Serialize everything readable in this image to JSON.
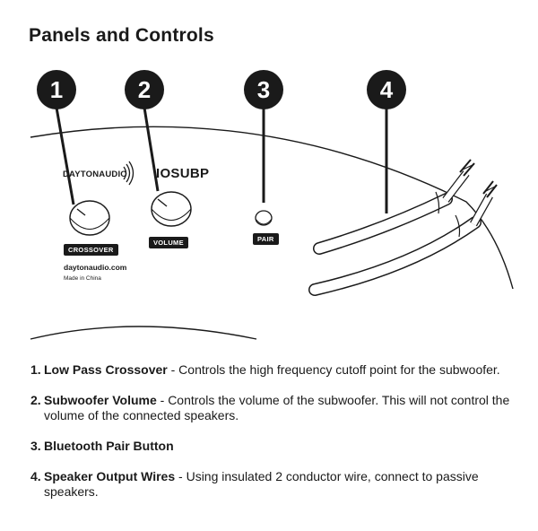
{
  "title": "Panels and Controls",
  "callouts": [
    "1",
    "2",
    "3",
    "4"
  ],
  "panel": {
    "brand": "DAYTONAUDIO",
    "model": "IOSUBP",
    "crossover_label": "CROSSOVER",
    "volume_label": "VOLUME",
    "pair_label": "PAIR",
    "website": "daytonaudio.com",
    "origin": "Made in China"
  },
  "items": [
    {
      "num": "1.",
      "name": "Low Pass Crossover",
      "desc": " - Controls the high frequency cutoff point for the subwoofer."
    },
    {
      "num": "2.",
      "name": "Subwoofer Volume",
      "desc": " - Controls the volume of the subwoofer. This will not control the volume of the connected speakers."
    },
    {
      "num": "3.",
      "name": "Bluetooth Pair Button",
      "desc": ""
    },
    {
      "num": "4.",
      "name": "Speaker Output Wires",
      "desc": " - Using insulated 2 conductor wire, connect to passive speakers."
    }
  ]
}
